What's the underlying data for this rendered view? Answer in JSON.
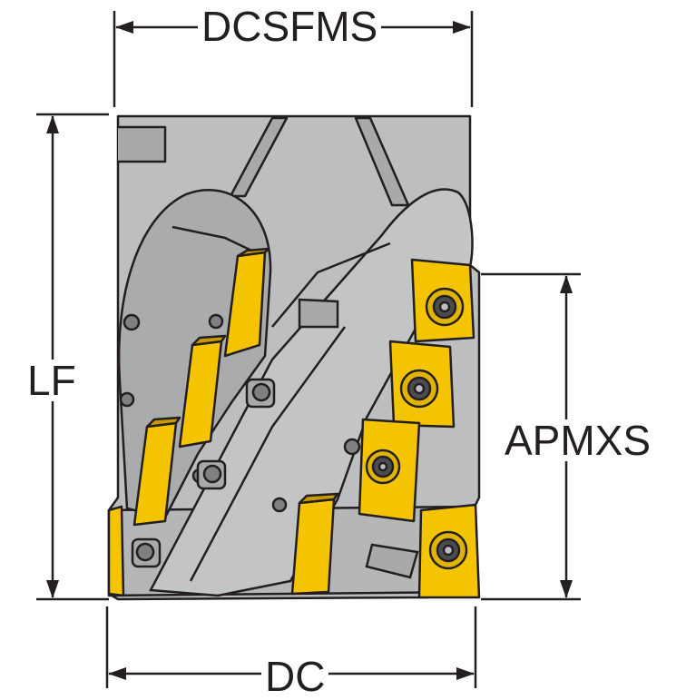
{
  "dimensions": {
    "top": "DCSFMS",
    "left": "LF",
    "right": "APMXS",
    "bottom": "DC"
  },
  "colors": {
    "body": "#bcbec0",
    "body_dark": "#9a9c9e",
    "outline": "#231f20",
    "insert": "#f5c400",
    "insert_dark": "#c99a00",
    "dimension_line": "#231f20"
  }
}
